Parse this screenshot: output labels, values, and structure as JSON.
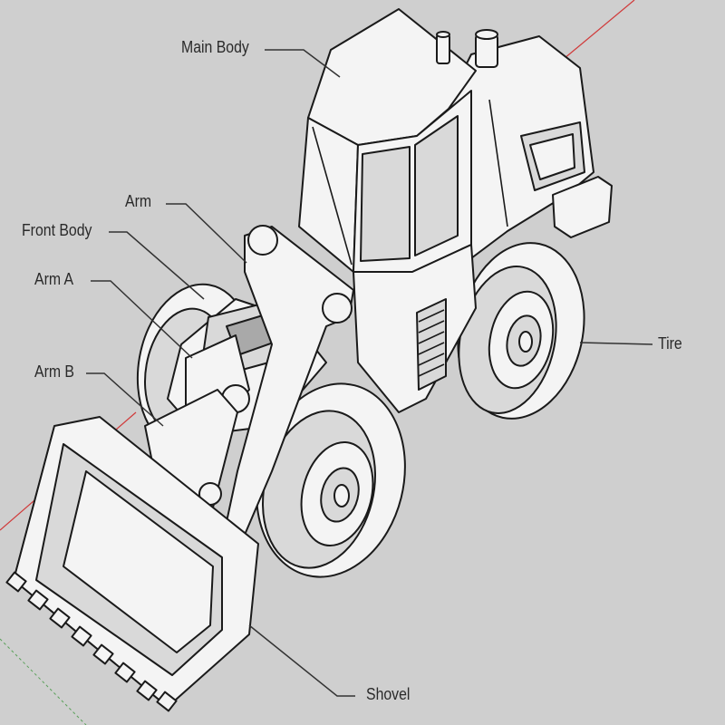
{
  "labels": {
    "main_body": "Main Body",
    "arm": "Arm",
    "front_body": "Front Body",
    "arm_a": "Arm A",
    "arm_b": "Arm B",
    "tire": "Tire",
    "shovel": "Shovel"
  },
  "colors": {
    "background": "#cfcfcf",
    "body_fill": "#f4f4f4",
    "shade_fill": "#d9d9d9",
    "outline": "#1a1a1a",
    "axis_red": "#d03a3a",
    "axis_green": "#5aa05a"
  }
}
